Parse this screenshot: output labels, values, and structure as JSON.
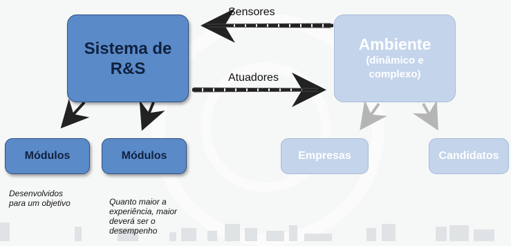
{
  "diagram": {
    "system_box": {
      "line1": "Sistema de",
      "line2": "R&S"
    },
    "environment_box": {
      "title": "Ambiente",
      "line2": "(dinâmico e",
      "line3": "complexo)"
    },
    "arrow_labels": {
      "sensors": "Sensores",
      "actuators": "Atuadores"
    },
    "modules": [
      {
        "label": "Módulos"
      },
      {
        "label": "Módulos"
      }
    ],
    "environment_children": {
      "companies": "Empresas",
      "candidates": "Candidatos"
    },
    "notes": {
      "note1": {
        "line1": "Desenvolvidos",
        "line2": "para um objetivo"
      },
      "note2": {
        "line1": "Quanto maior a",
        "line2": "experiência, maior",
        "line3": "deverá ser o",
        "line4": "desempenho"
      }
    }
  },
  "colors": {
    "primary_box": "#5b8ac8",
    "faded_box": "#c4d4ea",
    "arrow": "#222222",
    "faded_arrow": "#b5b5b5"
  }
}
